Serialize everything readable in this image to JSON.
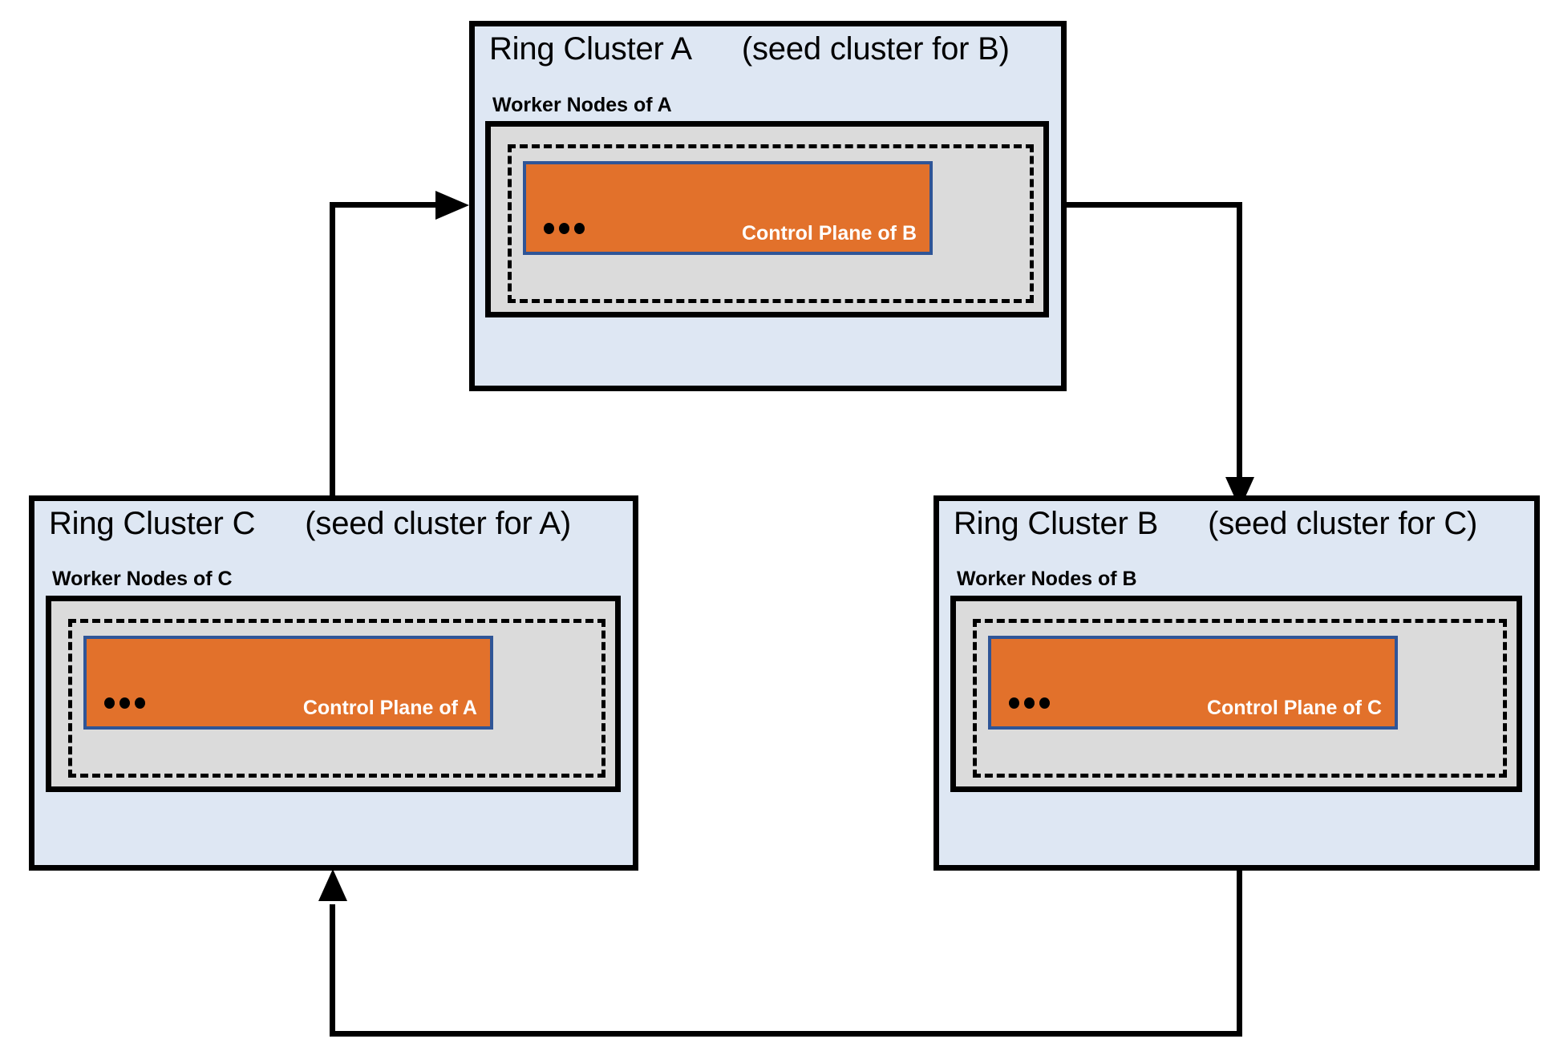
{
  "diagram": {
    "type": "ring-cluster-topology",
    "colors": {
      "cluster_bg": "#dee7f3",
      "worker_bg": "#dbdbdb",
      "control_plane_bg": "#e2712b",
      "control_plane_border": "#2f5597",
      "outline": "#000000",
      "label_on_orange": "#ffffff",
      "page_bg": "#ffffff"
    },
    "clusters": [
      {
        "id": "A",
        "title": "Ring Cluster A",
        "seed_note": "(seed cluster for B)",
        "worker_label": "Worker Nodes of A",
        "control_plane_label": "Control Plane of B",
        "ellipsis": "•••"
      },
      {
        "id": "C",
        "title": "Ring Cluster C",
        "seed_note": "(seed cluster for A)",
        "worker_label": "Worker Nodes of C",
        "control_plane_label": "Control Plane of A",
        "ellipsis": "•••"
      },
      {
        "id": "B",
        "title": "Ring Cluster B",
        "seed_note": "(seed cluster for C)",
        "worker_label": "Worker Nodes of B",
        "control_plane_label": "Control Plane of C",
        "ellipsis": "•••"
      }
    ],
    "connections": [
      {
        "from": "C",
        "to": "A",
        "label": ""
      },
      {
        "from": "A",
        "to": "B",
        "label": ""
      },
      {
        "from": "B",
        "to": "C",
        "label": ""
      }
    ]
  }
}
